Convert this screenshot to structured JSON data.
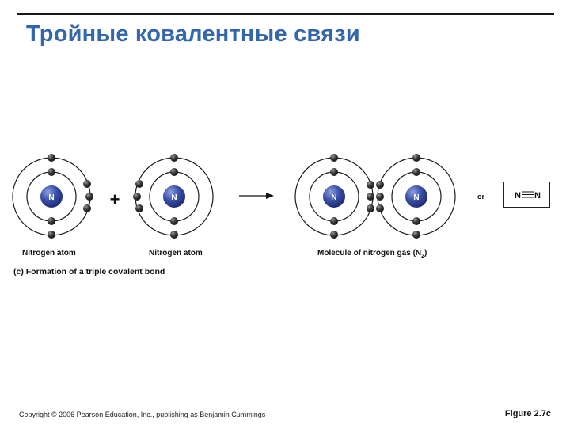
{
  "slide": {
    "title": "Тройные ковалентные связи",
    "copyright": "Copyright © 2006 Pearson Education, Inc., publishing as Benjamin Cummings",
    "figure_ref": "Figure 2.7c"
  },
  "figure": {
    "atom_label_1": "Nitrogen atom",
    "atom_label_2": "Nitrogen atom",
    "molecule_label": "Molecule of nitrogen gas (N",
    "molecule_subscript": "2",
    "molecule_label_end": ")",
    "caption": "(c) Formation of a triple covalent bond",
    "plus": "+",
    "or": "or",
    "nucleus_symbol": "N",
    "formula_left": "N",
    "formula_right": "N"
  },
  "colors": {
    "title": "#3366aa",
    "nucleus": "#2b3d8f",
    "electron": "#2a2a2a",
    "shell": "#1a1a1a"
  }
}
